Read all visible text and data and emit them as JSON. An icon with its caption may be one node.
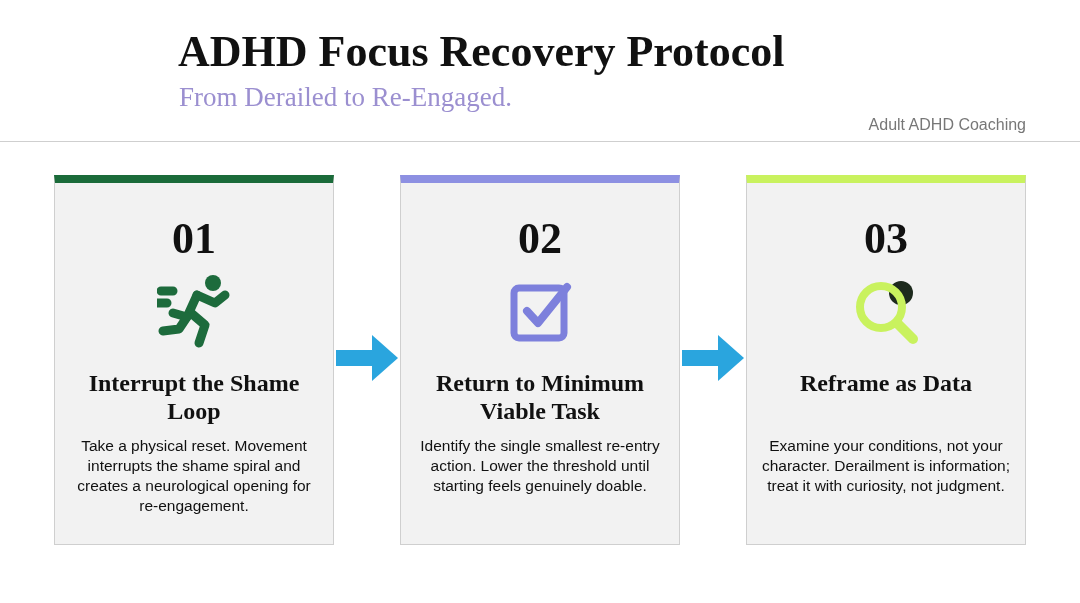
{
  "diagram": {
    "title": "ADHD Focus Recovery Protocol",
    "nodes": [
      {
        "text": [
          "01",
          "Interrupt the Shame Loop",
          "Take a physical reset. Movement interrupts the shame spiral and creates a neurological opening for re-engagement."
        ]
      },
      {
        "text": [
          "02",
          "Return to Minimum Viable Task",
          "Identify the single smallest re-entry action. Lower the threshold until starting feels genuinely doable."
        ]
      },
      {
        "text": [
          "03",
          "Reframe as Data",
          "Examine your conditions, not your character. Derailment is information; treat it with curiosity, not judgment."
        ]
      }
    ],
    "edges": [
      {
        "from": 0,
        "to": 1,
        "arrow": "to"
      },
      {
        "from": 1,
        "to": 2,
        "arrow": "to"
      }
    ],
    "labels": [
      "From Derailed to Re-Engaged.",
      "Adult ADHD Coaching"
    ]
  }
}
